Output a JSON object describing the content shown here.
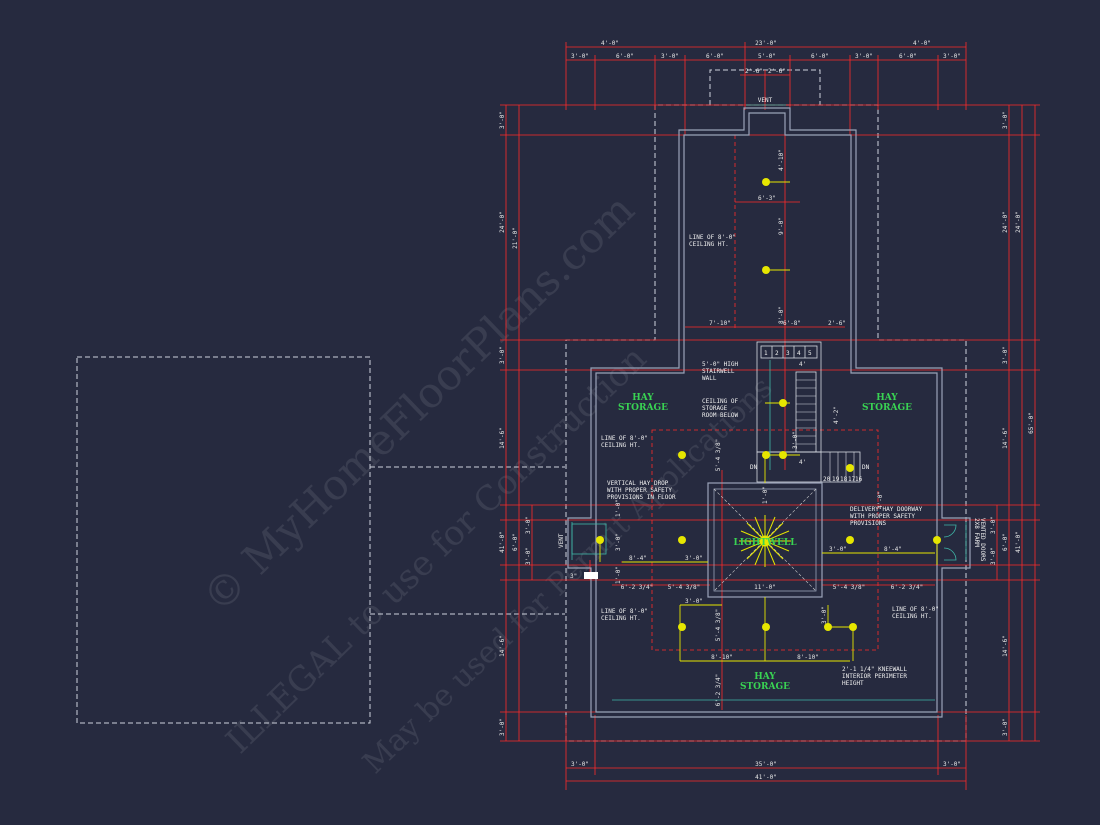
{
  "colors": {
    "background": "#262a3f",
    "dimension_line": "#ff2a2a",
    "wall": "#9aa3b8",
    "dashed": "#d0d0d0",
    "fixture": "#e6e600",
    "room_label": "#39d353",
    "text": "#f0f0f0"
  },
  "icons": {
    "fixture": "light-fixture-icon",
    "lightwell": "lightwell-fixture-icon",
    "door": "door-swing-icon"
  },
  "rooms": {
    "hay_storage_left": [
      "HAY",
      "STORAGE"
    ],
    "hay_storage_right": [
      "HAY",
      "STORAGE"
    ],
    "hay_storage_bottom": [
      "HAY",
      "STORAGE"
    ],
    "lightwell": "LIGHTWELL"
  },
  "notes": {
    "line_ceiling_top": [
      "LINE OF 8'-0\"",
      "CEILING HT."
    ],
    "stairwell_wall": [
      "5'-0\" HIGH",
      "STAIRWELL",
      "WALL"
    ],
    "ceiling_storage": [
      "CEILING OF",
      "STORAGE",
      "ROOM BELOW"
    ],
    "line_ceiling_left": [
      "LINE OF 8'-0\"",
      "CEILING HT."
    ],
    "vertical_hay_drop": [
      "VERTICAL HAY DROP",
      "WITH PROPER SAFETY",
      "PROVISIONS IN FLOOR"
    ],
    "delivery_doorway": [
      "DELIVERY HAY DOORWAY",
      "WITH PROPER SAFETY",
      "PROVISIONS"
    ],
    "line_ceiling_bottom_left": [
      "LINE OF 8'-0\"",
      "CEILING HT."
    ],
    "line_ceiling_bottom_right": [
      "LINE OF 8'-0\"",
      "CEILING HT."
    ],
    "kneewall": [
      "2'-1 1/4\" KNEEWALL",
      "INTERIOR PERIMETER",
      "HEIGHT"
    ],
    "vent_top": "VENT",
    "vent_left": "VENT",
    "dn_left": "DN",
    "dn_right": "DN",
    "barn_doors": [
      "2X8 FARM",
      "VENTED DOORS"
    ],
    "stair_numbers_top": [
      "1",
      "2",
      "3",
      "4",
      "5"
    ],
    "stair_numbers_bottom": [
      "20",
      "19",
      "18",
      "17",
      "16"
    ]
  },
  "dimensions": {
    "top_overall": "23'-0\"",
    "top_left": "4'-0\"",
    "top_right": "4'-0\"",
    "top_segments": [
      "3'-0\"",
      "6'-0\"",
      "3'-0\"",
      "6'-0\"",
      "5'-0\"",
      "6'-0\"",
      "3'-0\"",
      "6'-0\"",
      "3'-0\""
    ],
    "vent_split": [
      "2'-6\"",
      "2'-6\""
    ],
    "bottom_segments": [
      "3'-0\"",
      "35'-0\"",
      "3'-0\""
    ],
    "bottom_overall": "41'-0\"",
    "left_outer": [
      "3'-0\"",
      "24'-0\"",
      "3'-0\"",
      "14'-6\"",
      "41'-0\"",
      "14'-6\"",
      "3'-0\""
    ],
    "left_inner": [
      "21'-0\"",
      "3'-0\"",
      "6'-0\"",
      "3'-0\""
    ],
    "right_inner": [
      "3'-0\"",
      "24'-0\"",
      "3'-0\"",
      "14'-6\"",
      "3'-0\"",
      "6'-0\"",
      "3'-0\"",
      "14'-6\"",
      "3'-0\""
    ],
    "right_outer": [
      "24'-0\"",
      "41'-0\"",
      "65'-0\""
    ],
    "interior": [
      "4'-10\"",
      "6'-3\"",
      "9'-0\"",
      "7'-10\"",
      "6'-8\"",
      "2'-6\"",
      "8'-0\"",
      "5'-4 3/8\"",
      "4'-2\"",
      "4'",
      "4'",
      "8'-4\"",
      "3'-0\"",
      "3'-0\"",
      "8'-4\"",
      "6'-2 3/4\"",
      "5'-4 3/8\"",
      "11'-0\"",
      "5'-4 3/8\"",
      "6'-2 3/4\"",
      "3'-0\"",
      "3'-0\"",
      "3'-0\"",
      "5'-4 3/8\"",
      "8'-10\"",
      "8'-10\"",
      "6'-2 3/4\"",
      "4'-0\"",
      "1'-0\"",
      "3\"",
      "1'-0\"",
      "3'-0\"",
      "1'-0\""
    ]
  },
  "watermark": [
    "© MyHomeFloorPlans.com",
    "ILLEGAL to use for Construction",
    "May be used for Permit Applications"
  ]
}
